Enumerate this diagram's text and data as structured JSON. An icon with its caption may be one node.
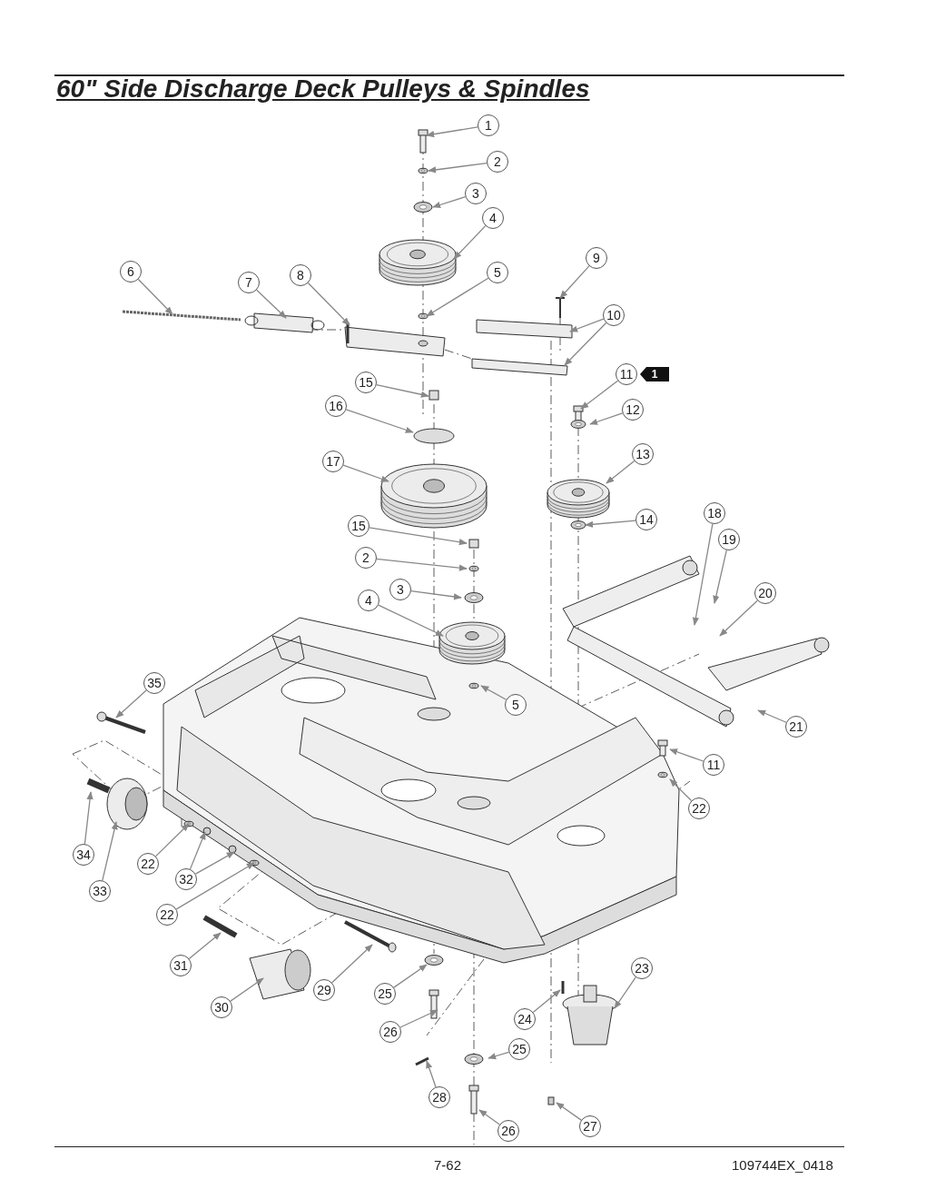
{
  "diagram": {
    "title": "60\" Side Discharge Deck Pulleys & Spindles",
    "nodes": [
      {
        "text": [
          "1"
        ]
      },
      {
        "text": [
          "2"
        ]
      },
      {
        "text": [
          "3"
        ]
      },
      {
        "text": [
          "4"
        ]
      },
      {
        "text": [
          "5"
        ]
      },
      {
        "text": [
          "6"
        ]
      },
      {
        "text": [
          "7"
        ]
      },
      {
        "text": [
          "8"
        ]
      },
      {
        "text": [
          "9"
        ]
      },
      {
        "text": [
          "10"
        ]
      },
      {
        "text": [
          "11"
        ]
      },
      {
        "text": [
          "12"
        ]
      },
      {
        "text": [
          "13"
        ]
      },
      {
        "text": [
          "14"
        ]
      },
      {
        "text": [
          "15"
        ]
      },
      {
        "text": [
          "16"
        ]
      },
      {
        "text": [
          "17"
        ]
      },
      {
        "text": [
          "15"
        ]
      },
      {
        "text": [
          "2"
        ]
      },
      {
        "text": [
          "3"
        ]
      },
      {
        "text": [
          "4"
        ]
      },
      {
        "text": [
          "5"
        ]
      },
      {
        "text": [
          "35"
        ]
      },
      {
        "text": [
          "18"
        ]
      },
      {
        "text": [
          "19"
        ]
      },
      {
        "text": [
          "20"
        ]
      },
      {
        "text": [
          "21"
        ]
      },
      {
        "text": [
          "11"
        ]
      },
      {
        "text": [
          "22"
        ]
      },
      {
        "text": [
          "34"
        ]
      },
      {
        "text": [
          "33"
        ]
      },
      {
        "text": [
          "22"
        ]
      },
      {
        "text": [
          "32"
        ]
      },
      {
        "text": [
          "22"
        ]
      },
      {
        "text": [
          "31"
        ]
      },
      {
        "text": [
          "30"
        ]
      },
      {
        "text": [
          "29"
        ]
      },
      {
        "text": [
          "25"
        ]
      },
      {
        "text": [
          "26"
        ]
      },
      {
        "text": [
          "28"
        ]
      },
      {
        "text": [
          "25"
        ]
      },
      {
        "text": [
          "26"
        ]
      },
      {
        "text": [
          "24"
        ]
      },
      {
        "text": [
          "23"
        ]
      },
      {
        "text": [
          "27"
        ]
      }
    ],
    "edges": [
      {
        "from": 0,
        "to": null,
        "arrow": "to"
      },
      {
        "from": 1,
        "to": null,
        "arrow": "to"
      },
      {
        "from": 2,
        "to": null,
        "arrow": "to"
      },
      {
        "from": 3,
        "to": null,
        "arrow": "to"
      },
      {
        "from": 4,
        "to": null,
        "arrow": "to"
      },
      {
        "from": 5,
        "to": null,
        "arrow": "to"
      },
      {
        "from": 6,
        "to": null,
        "arrow": "to"
      },
      {
        "from": 7,
        "to": null,
        "arrow": "to"
      },
      {
        "from": 8,
        "to": null,
        "arrow": "to"
      },
      {
        "from": 9,
        "to": null,
        "arrow": "to"
      },
      {
        "from": 9,
        "to": null,
        "arrow": "to"
      },
      {
        "from": 10,
        "to": null,
        "arrow": "to"
      },
      {
        "from": 11,
        "to": null,
        "arrow": "to"
      },
      {
        "from": 12,
        "to": null,
        "arrow": "to"
      },
      {
        "from": 13,
        "to": null,
        "arrow": "to"
      },
      {
        "from": 14,
        "to": null,
        "arrow": "to"
      },
      {
        "from": 15,
        "to": null,
        "arrow": "to"
      },
      {
        "from": 16,
        "to": null,
        "arrow": "to"
      },
      {
        "from": 17,
        "to": null,
        "arrow": "to"
      },
      {
        "from": 18,
        "to": null,
        "arrow": "to"
      },
      {
        "from": 19,
        "to": null,
        "arrow": "to"
      },
      {
        "from": 20,
        "to": null,
        "arrow": "to"
      },
      {
        "from": 21,
        "to": null,
        "arrow": "to"
      },
      {
        "from": 22,
        "to": null,
        "arrow": "to"
      },
      {
        "from": 23,
        "to": null,
        "arrow": "to"
      },
      {
        "from": 24,
        "to": null,
        "arrow": "to"
      },
      {
        "from": 25,
        "to": null,
        "arrow": "to"
      },
      {
        "from": 26,
        "to": null,
        "arrow": "to"
      },
      {
        "from": 27,
        "to": null,
        "arrow": "to"
      },
      {
        "from": 28,
        "to": null,
        "arrow": "to"
      },
      {
        "from": 29,
        "to": null,
        "arrow": "to"
      },
      {
        "from": 30,
        "to": null,
        "arrow": "to"
      },
      {
        "from": 31,
        "to": null,
        "arrow": "to"
      },
      {
        "from": 32,
        "to": null,
        "arrow": "to"
      },
      {
        "from": 32,
        "to": null,
        "arrow": "to"
      },
      {
        "from": 33,
        "to": null,
        "arrow": "to"
      },
      {
        "from": 34,
        "to": null,
        "arrow": "to"
      },
      {
        "from": 35,
        "to": null,
        "arrow": "to"
      },
      {
        "from": 36,
        "to": null,
        "arrow": "to"
      },
      {
        "from": 37,
        "to": null,
        "arrow": "to"
      },
      {
        "from": 38,
        "to": null,
        "arrow": "to"
      },
      {
        "from": 39,
        "to": null,
        "arrow": "to"
      },
      {
        "from": 40,
        "to": null,
        "arrow": "to"
      },
      {
        "from": 41,
        "to": null,
        "arrow": "to"
      },
      {
        "from": 42,
        "to": null,
        "arrow": "to"
      },
      {
        "from": 43,
        "to": null,
        "arrow": "to"
      },
      {
        "from": 44,
        "to": null,
        "arrow": "to"
      }
    ],
    "labels": [
      "1",
      "7-62",
      "109744EX_0418"
    ]
  }
}
